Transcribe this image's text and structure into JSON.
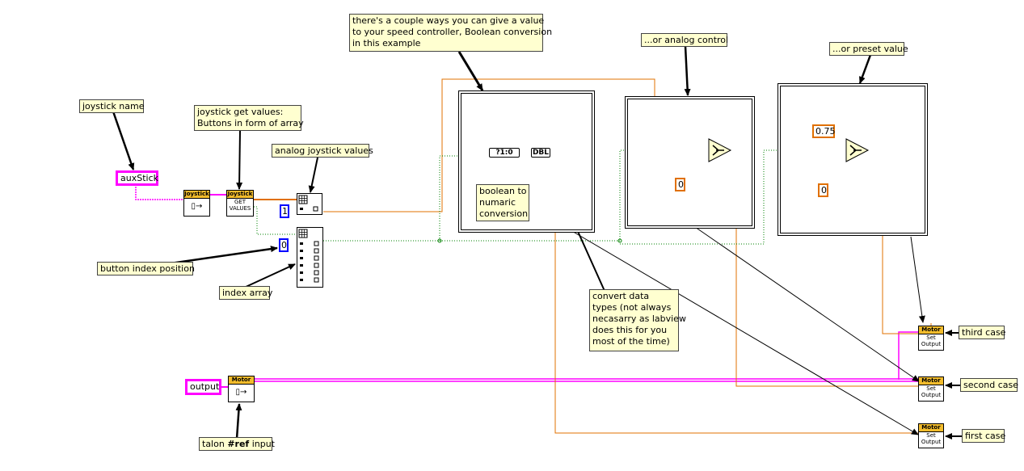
{
  "notes": {
    "joystick_name": "joystick name",
    "get_values_1": "joystick get values:",
    "get_values_2": "Buttons in form of array",
    "analog_values": "analog joystick values",
    "speed_info_1": "there's a couple ways you can give a value",
    "speed_info_2": "to your speed controller, Boolean conversion",
    "speed_info_3": "in this example",
    "analog_control": "...or analog control",
    "preset_value": "...or preset value",
    "bool_conv_1": "boolean to",
    "bool_conv_2": "numaric",
    "bool_conv_3": "conversion",
    "button_index": "button index position",
    "index_array": "index array",
    "convert_1": "convert data",
    "convert_2": "types (not always",
    "convert_3": "necasarry as labview",
    "convert_4": "does this for you",
    "convert_5": "most of the time)",
    "third_case": "third case",
    "second_case": "second case",
    "first_case": "first case",
    "talon_ref_pre": "talon ",
    "talon_ref_bold": "#ref",
    "talon_ref_post": " input"
  },
  "controls": {
    "aux_stick": "auxStick",
    "output": "output",
    "index_1": "1",
    "index_0": "0",
    "analog_zero": "0",
    "preset_value": "0.75",
    "preset_zero": "0"
  },
  "nodes": {
    "joystick_header": "Joystick",
    "get_values_line1": "GET",
    "get_values_line2": "VALUES",
    "motor_header": "Motor",
    "set_line1": "Set",
    "set_line2": "Output",
    "bool_to_num": "?1:0",
    "dbl": "DBL"
  },
  "colors": {
    "note_bg": "#ffffd0",
    "refnum_wire": "#ff00ff",
    "numeric_wire": "#e07000",
    "boolean_wire": "#008000",
    "vi_header": "#f2bc2c"
  }
}
